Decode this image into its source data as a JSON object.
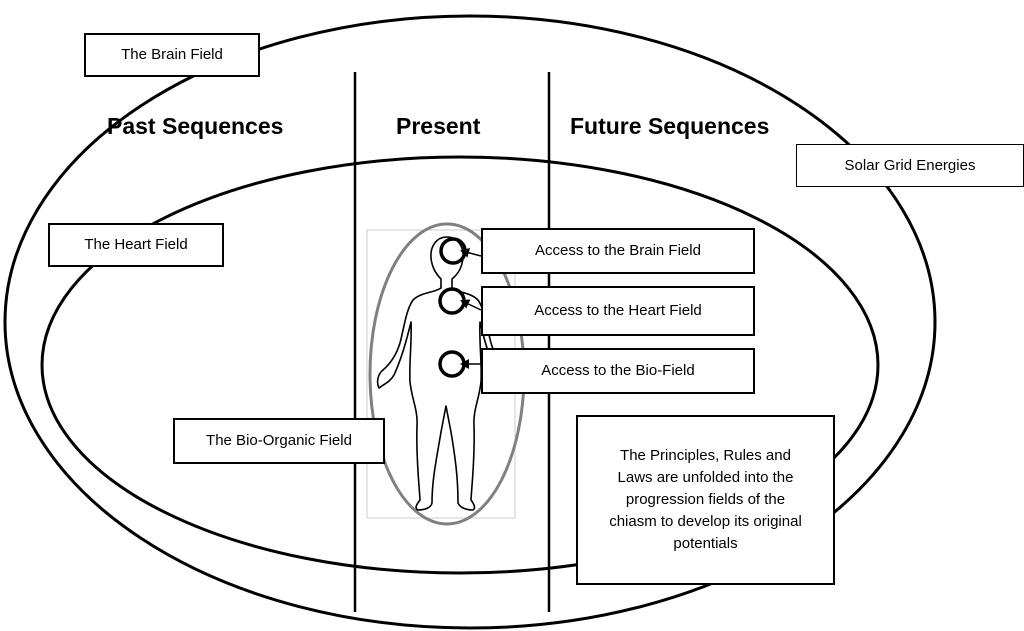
{
  "columns": {
    "past": "Past Sequences",
    "present": "Present",
    "future": "Future Sequences"
  },
  "fields": {
    "brain": "The Brain Field",
    "heart": "The Heart Field",
    "bio_organic": "The Bio-Organic Field",
    "solar": "Solar Grid Energies"
  },
  "access": {
    "brain": "Access to the Brain Field",
    "heart": "Access to the Heart Field",
    "bio": "Access to the Bio-Field"
  },
  "principles_note": "The Principles, Rules and Laws are unfolded into the progression fields of the chiasm to develop its original potentials"
}
